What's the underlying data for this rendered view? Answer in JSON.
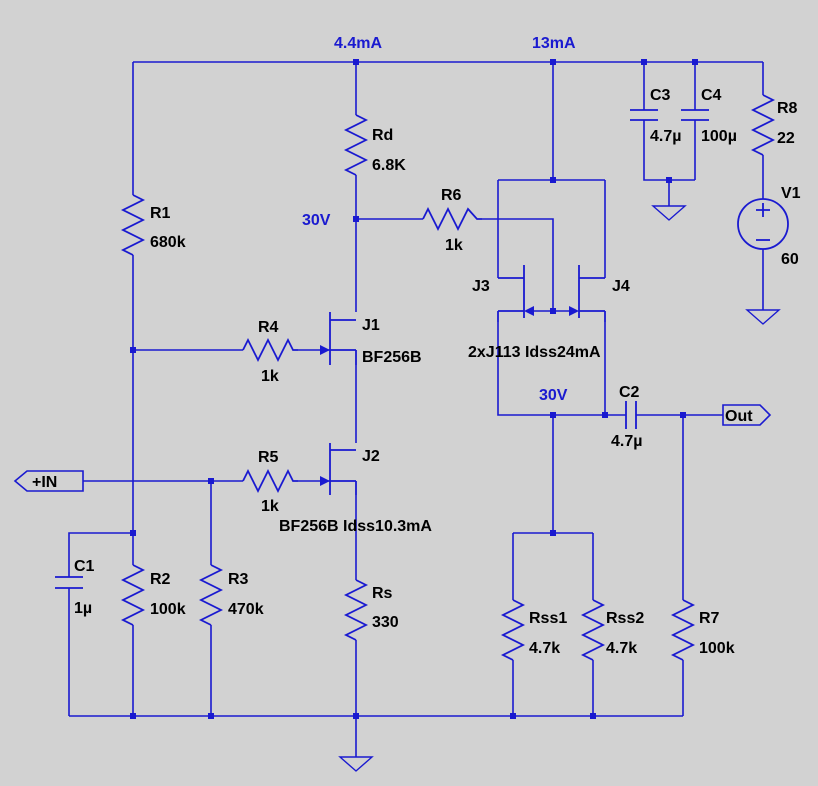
{
  "annotations": {
    "current_left": "4.4mA",
    "current_right": "13mA",
    "voltage_drain": "30V",
    "voltage_output": "30V"
  },
  "ports": {
    "input": "+IN",
    "output": "Out"
  },
  "components": {
    "R1": {
      "name": "R1",
      "value": "680k"
    },
    "R2": {
      "name": "R2",
      "value": "100k"
    },
    "R3": {
      "name": "R3",
      "value": "470k"
    },
    "R4": {
      "name": "R4",
      "value": "1k"
    },
    "R5": {
      "name": "R5",
      "value": "1k"
    },
    "R6": {
      "name": "R6",
      "value": "1k"
    },
    "R7": {
      "name": "R7",
      "value": "100k"
    },
    "R8": {
      "name": "R8",
      "value": "22"
    },
    "Rd": {
      "name": "Rd",
      "value": "6.8K"
    },
    "Rs": {
      "name": "Rs",
      "value": "330"
    },
    "Rss1": {
      "name": "Rss1",
      "value": "4.7k"
    },
    "Rss2": {
      "name": "Rss2",
      "value": "4.7k"
    },
    "C1": {
      "name": "C1",
      "value": "1µ"
    },
    "C2": {
      "name": "C2",
      "value": "4.7µ"
    },
    "C3": {
      "name": "C3",
      "value": "4.7µ"
    },
    "C4": {
      "name": "C4",
      "value": "100µ"
    },
    "V1": {
      "name": "V1",
      "value": "60"
    },
    "J1": {
      "name": "J1",
      "value": "BF256B"
    },
    "J2": {
      "name": "J2",
      "value": "BF256B Idss10.3mA"
    },
    "J3": {
      "name": "J3"
    },
    "J4": {
      "name": "J4"
    },
    "J3J4": {
      "value": "2xJ113 Idss24mA"
    }
  },
  "colors": {
    "wire": "#1a1ad0",
    "background": "#d2d2d2",
    "label": "#000000"
  }
}
